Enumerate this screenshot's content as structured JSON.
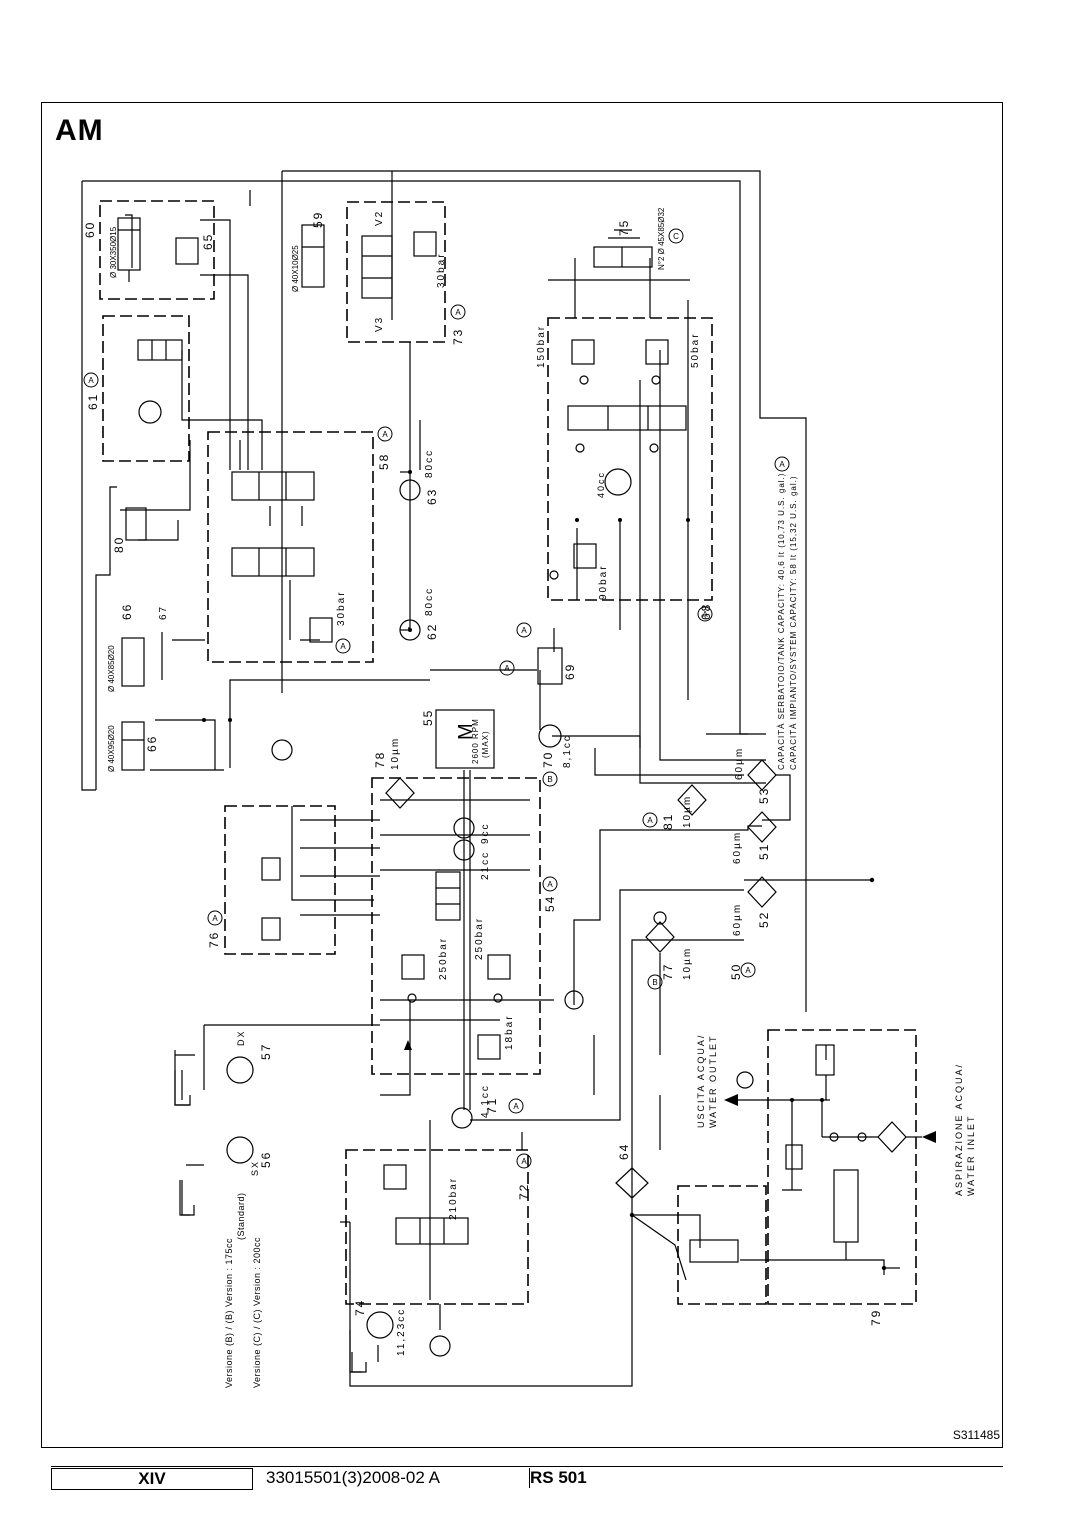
{
  "section_title": "AM",
  "drawing_id": "S311485",
  "footer": {
    "page_code": "XIV",
    "doc_number": "33015501(3)2008-02 A",
    "model": "RS 501"
  },
  "labels": {
    "c60": "60",
    "c60_spec": "Ø 30X350Ø15",
    "c65": "65",
    "c61": "61",
    "c59": "59",
    "c59_spec": "Ø 40X10Ø25",
    "v2": "V2",
    "v3": "V3",
    "p30bar_a": "30bar",
    "c73": "73",
    "c75": "75",
    "c75_spec": "N°2 Ø 45X85Ø32",
    "p150bar": "150bar",
    "p50bar": "50bar",
    "c58": "58",
    "c63": "63",
    "disp80cc_a": "80cc",
    "c80": "80",
    "c40cc": "40cc",
    "p90bar": "90bar",
    "c68": "68",
    "c66_top": "66",
    "c67": "67",
    "c66_spec_top": "Ø 40X85Ø20",
    "p30bar_b": "30bar",
    "c62": "62",
    "disp80cc_b": "80cc",
    "c66_bottom": "66",
    "c66_spec_bottom": "Ø 40X95Ø20",
    "c69": "69",
    "c55": "55",
    "motor": "M",
    "motor_rpm": "2600 RPM",
    "motor_max": "(MAX)",
    "c70": "70",
    "disp8_1cc": "8,1cc",
    "c78": "78",
    "f10um_a": "10µm",
    "c76": "76",
    "disp9cc": "9cc",
    "disp21cc": "21cc",
    "c54": "54",
    "p250bar_a": "250bar",
    "p250bar_b": "250bar",
    "p18bar": "18bar",
    "c81": "81",
    "f10um_b": "10µm",
    "f60um_a": "60µm",
    "c53": "53",
    "f60um_b": "60µm",
    "c51": "51",
    "f60um_c": "60µm",
    "c52": "52",
    "c77": "77",
    "f10um_c": "10µm",
    "c50": "50",
    "tank_capacity": "CAPACITÀ SERBATOIO/TANK CAPACITY: 40,6 lt (10,73 U.S. gal.)",
    "system_capacity": "CAPACITÀ IMPIANTO/SYSTEM CAPACITY: 58 lt (15,32 U.S. gal.)",
    "c57": "57",
    "dx": "DX",
    "c56": "56",
    "sx": "SX",
    "disp4_1cc": "4,1cc",
    "c71": "71",
    "version_b": "Versione (B) / (B) Version : 175cc",
    "version_standard": "(Standard)",
    "version_c": "Versione (C) / (C) Version : 200cc",
    "c72": "72",
    "p210bar": "210bar",
    "c74": "74",
    "disp11_23cc": "11,23cc",
    "c64": "64",
    "water_outlet_it": "USCITA ACQUA/",
    "water_outlet_en": "WATER OUTLET",
    "water_inlet_it": "ASPIRAZIONE ACQUA/",
    "water_inlet_en": "WATER INLET",
    "c79": "79"
  },
  "version_markers": [
    "A",
    "B",
    "C"
  ]
}
